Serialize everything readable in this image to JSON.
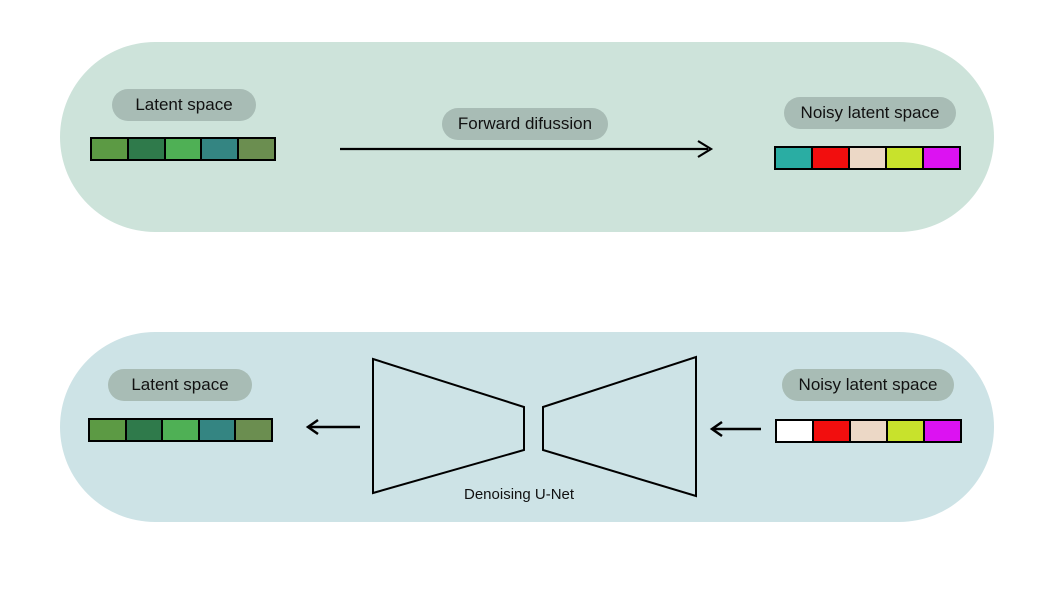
{
  "forward": {
    "source_label": "Latent space",
    "arrow_label": "Forward difussion",
    "target_label": "Noisy latent space",
    "source_colors": [
      "#5c9a44",
      "#2f7a4b",
      "#4fb055",
      "#348582",
      "#6b8e50"
    ],
    "target_colors": [
      "#2aada3",
      "#f20e0e",
      "#ecd8c6",
      "#c8e22c",
      "#dc12f2"
    ]
  },
  "reverse": {
    "output_label": "Latent space",
    "input_label": "Noisy latent space",
    "network_label": "Denoising U-Net",
    "output_colors": [
      "#5c9a44",
      "#2f7a4b",
      "#4fb055",
      "#348582",
      "#6b8e50"
    ],
    "input_colors": [
      "#ffffff",
      "#f20e0e",
      "#ecd8c6",
      "#c8e22c",
      "#dc12f2"
    ]
  }
}
